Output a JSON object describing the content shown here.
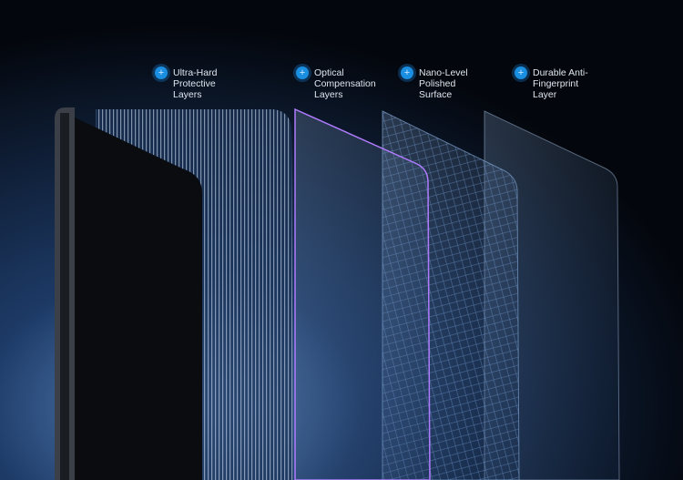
{
  "labels": [
    {
      "lines": [
        "Ultra-Hard",
        "Protective",
        "Layers"
      ],
      "icon": "plus-circle-icon"
    },
    {
      "lines": [
        "Optical",
        "Compensation",
        "Layers"
      ],
      "icon": "plus-circle-icon"
    },
    {
      "lines": [
        "Nano-Level",
        "Polished",
        "Surface"
      ],
      "icon": "plus-circle-icon"
    },
    {
      "lines": [
        "Durable Anti-",
        "Fingerprint",
        "Layer"
      ],
      "icon": "plus-circle-icon"
    }
  ],
  "colors": {
    "accent": "#1a8ee0",
    "edge_glow": "#a070ff",
    "background": "#03060c"
  }
}
